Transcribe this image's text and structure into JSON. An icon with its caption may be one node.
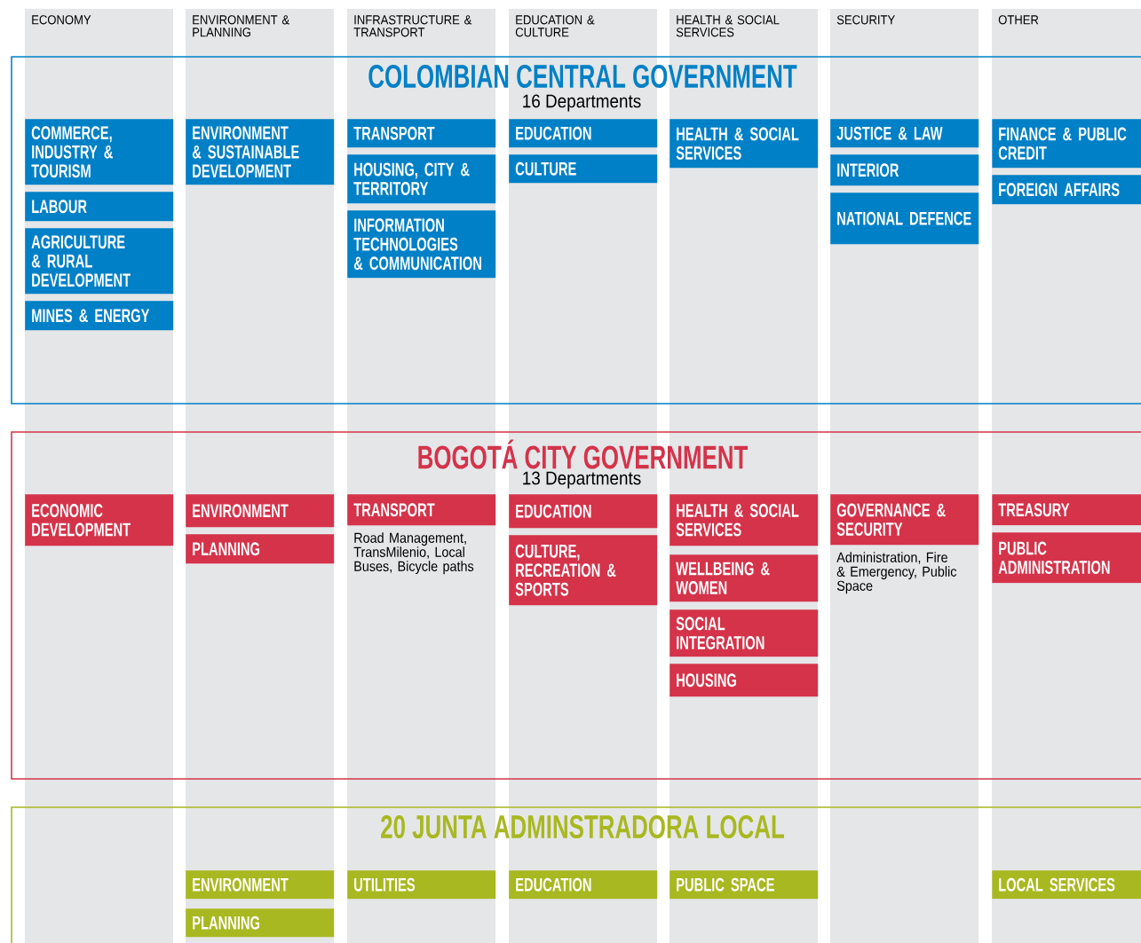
{
  "diagram": {
    "nodes": [
      {
        "text": [
          "COLOMBIAN CENTRAL GOVERNMENT",
          "16 Departments"
        ]
      },
      {
        "text": [
          "COMMERCE, INDUSTRY & TOURISM"
        ],
        "in": 0
      },
      {
        "text": [
          "LABOUR"
        ],
        "in": 0
      },
      {
        "text": [
          "AGRICULTURE & RURAL DEVELOPMENT"
        ],
        "in": 0
      },
      {
        "text": [
          "MINES & ENERGY"
        ],
        "in": 0
      },
      {
        "text": [
          "ENVIRONMENT & SUSTAINABLE DEVELOPMENT"
        ],
        "in": 0
      },
      {
        "text": [
          "TRANSPORT"
        ],
        "in": 0
      },
      {
        "text": [
          "HOUSING, CITY & TERRITORY"
        ],
        "in": 0
      },
      {
        "text": [
          "INFORMATION TECHNOLOGIES & COMMUNICATION"
        ],
        "in": 0
      },
      {
        "text": [
          "EDUCATION"
        ],
        "in": 0
      },
      {
        "text": [
          "CULTURE"
        ],
        "in": 0
      },
      {
        "text": [
          "HEALTH & SOCIAL SERVICES"
        ],
        "in": 0
      },
      {
        "text": [
          "JUSTICE & LAW"
        ],
        "in": 0
      },
      {
        "text": [
          "INTERIOR"
        ],
        "in": 0
      },
      {
        "text": [
          "NATIONAL DEFENCE"
        ],
        "in": 0
      },
      {
        "text": [
          "FINANCE & PUBLIC CREDIT"
        ],
        "in": 0
      },
      {
        "text": [
          "FOREIGN AFFAIRS"
        ],
        "in": 0
      },
      {
        "text": [
          "BOGOTÁ CITY GOVERNMENT",
          "13 Departments"
        ]
      },
      {
        "text": [
          "ECONOMIC DEVELOPMENT"
        ],
        "in": 17
      },
      {
        "text": [
          "ENVIRONMENT"
        ],
        "in": 17
      },
      {
        "text": [
          "PLANNING"
        ],
        "in": 17
      },
      {
        "text": [
          "TRANSPORT"
        ],
        "in": 17,
        "beside": [
          "Road Management, TransMilenio, Local Buses, Bicycle paths"
        ]
      },
      {
        "text": [
          "EDUCATION"
        ],
        "in": 17
      },
      {
        "text": [
          "CULTURE, RECREATION & SPORTS"
        ],
        "in": 17
      },
      {
        "text": [
          "HEALTH & SOCIAL SERVICES"
        ],
        "in": 17
      },
      {
        "text": [
          "WELLBEING & WOMEN"
        ],
        "in": 17
      },
      {
        "text": [
          "SOCIAL INTEGRATION"
        ],
        "in": 17
      },
      {
        "text": [
          "HOUSING"
        ],
        "in": 17
      },
      {
        "text": [
          "GOVERNANCE & SECURITY"
        ],
        "in": 17,
        "beside": [
          "Administration, Fire & Emergency, Public Space"
        ]
      },
      {
        "text": [
          "TREASURY"
        ],
        "in": 17
      },
      {
        "text": [
          "PUBLIC ADMINISTRATION"
        ],
        "in": 17
      },
      {
        "text": [
          "20 JUNTA ADMINSTRADORA LOCAL"
        ]
      },
      {
        "text": [
          "ENVIRONMENT"
        ],
        "in": 31
      },
      {
        "text": [
          "PLANNING"
        ],
        "in": 31
      },
      {
        "text": [
          "UTILITIES"
        ],
        "in": 31
      },
      {
        "text": [
          "EDUCATION"
        ],
        "in": 31
      },
      {
        "text": [
          "PUBLIC SPACE"
        ],
        "in": 31
      },
      {
        "text": [
          "LOCAL SERVICES"
        ],
        "in": 31
      }
    ],
    "labels": [
      "ECONOMY",
      "ENVIRONMENT & PLANNING",
      "INFRASTRUCTURE & TRANSPORT",
      "EDUCATION & CULTURE",
      "HEALTH & SOCIAL SERVICES",
      "SECURITY",
      "OTHER"
    ]
  }
}
